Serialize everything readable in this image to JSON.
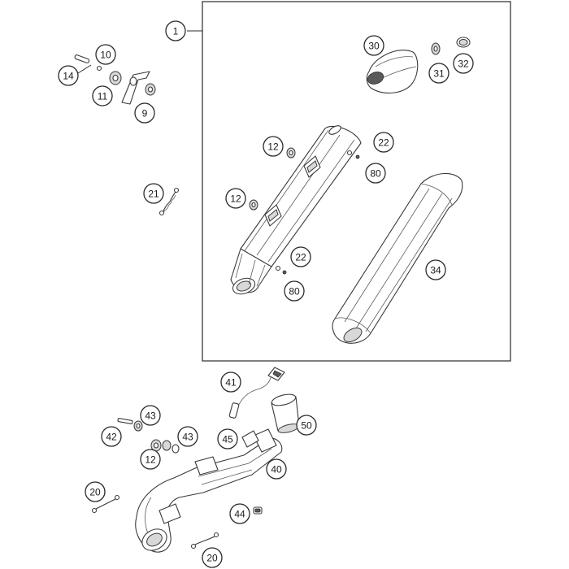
{
  "callouts": [
    {
      "id": "c1",
      "label": "1"
    },
    {
      "id": "c10",
      "label": "10"
    },
    {
      "id": "c14",
      "label": "14"
    },
    {
      "id": "c11",
      "label": "11"
    },
    {
      "id": "c9",
      "label": "9"
    },
    {
      "id": "c30",
      "label": "30"
    },
    {
      "id": "c31",
      "label": "31"
    },
    {
      "id": "c32",
      "label": "32"
    },
    {
      "id": "c12a",
      "label": "12"
    },
    {
      "id": "c22a",
      "label": "22"
    },
    {
      "id": "c80a",
      "label": "80"
    },
    {
      "id": "c21",
      "label": "21"
    },
    {
      "id": "c12b",
      "label": "12"
    },
    {
      "id": "c22b",
      "label": "22"
    },
    {
      "id": "c80b",
      "label": "80"
    },
    {
      "id": "c34",
      "label": "34"
    },
    {
      "id": "c41",
      "label": "41"
    },
    {
      "id": "c43a",
      "label": "43"
    },
    {
      "id": "c50",
      "label": "50"
    },
    {
      "id": "c42",
      "label": "42"
    },
    {
      "id": "c43b",
      "label": "43"
    },
    {
      "id": "c45",
      "label": "45"
    },
    {
      "id": "c12c",
      "label": "12"
    },
    {
      "id": "c40",
      "label": "40"
    },
    {
      "id": "c20a",
      "label": "20"
    },
    {
      "id": "c44",
      "label": "44"
    },
    {
      "id": "c20b",
      "label": "20"
    }
  ]
}
